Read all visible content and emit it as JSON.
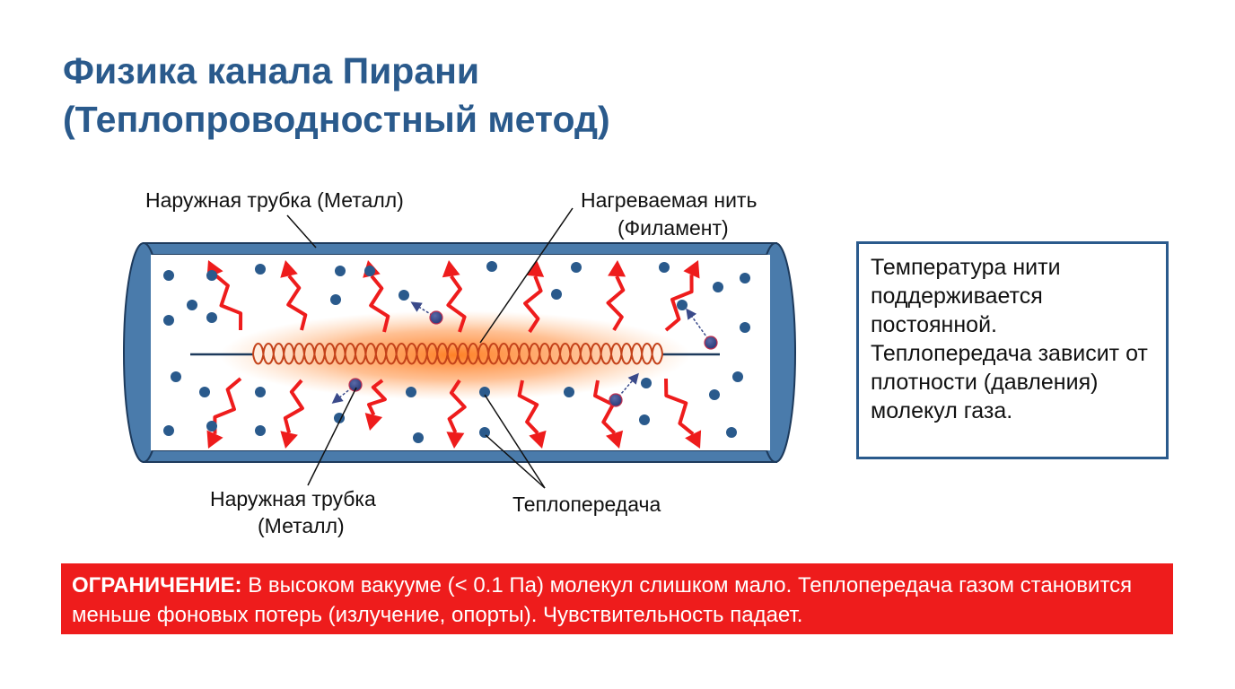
{
  "title": {
    "line1": "Физика канала Пирани",
    "line2": "(Теплопроводностный метод)"
  },
  "labels": {
    "outer_tube_top": "Наружная трубка (Металл)",
    "filament_line1": "Нагреваемая нить",
    "filament_line2": "(Филамент)",
    "outer_tube_bottom_line1": "Наружная трубка",
    "outer_tube_bottom_line2": "(Металл)",
    "heat_transfer": "Теплопередача"
  },
  "info_box": {
    "text": "Температура нити поддерживается постоянной. Теплопередача зависит от плотности (давления) молекул газа."
  },
  "warning": {
    "label": "ОГРАНИЧЕНИЕ:",
    "text": " В высоком вакууме (< 0.1 Па) молекул слишком мало. Теплопередача газом становится меньше фоновых потерь (излучение, опорты). Чувствительность падает."
  },
  "colors": {
    "title": "#2a5a8c",
    "tube_wall": "#4a7bab",
    "molecule": "#2a5a8c",
    "heat_arrow": "#ee1c1c",
    "filament": "#e8501a",
    "warning_bg": "#ee1c1c"
  }
}
